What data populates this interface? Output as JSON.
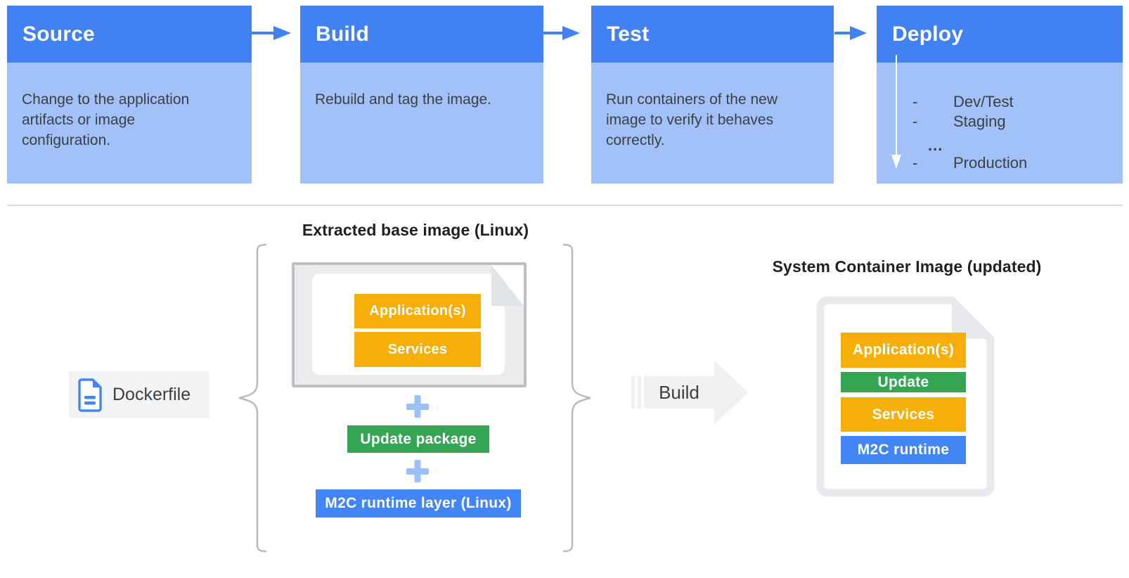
{
  "pipeline": {
    "steps": [
      {
        "title": "Source",
        "description": "Change to the application artifacts or image configuration."
      },
      {
        "title": "Build",
        "description": "Rebuild and tag the image."
      },
      {
        "title": "Test",
        "description": "Run containers of the new image to verify it behaves correctly."
      },
      {
        "title": "Deploy",
        "items": [
          {
            "bullet": "-",
            "label": "Dev/Test"
          },
          {
            "bullet": "-",
            "label": "Staging"
          },
          {
            "bullet": "",
            "label": "..."
          },
          {
            "bullet": "-",
            "label": "Production"
          }
        ]
      }
    ]
  },
  "build_flow": {
    "extracted_base_image": {
      "title": "Extracted base image (Linux)",
      "screen_layers": [
        {
          "label": "Application(s)",
          "color": "#F6AF08"
        },
        {
          "label": "Services",
          "color": "#F6AF08"
        }
      ],
      "plus_sign": "+",
      "update_package": {
        "label": "Update package",
        "color": "#34A653"
      },
      "runtime_layer": {
        "label": "M2C runtime layer (Linux)",
        "color": "#4285F4"
      }
    },
    "dockerfile": {
      "label": "Dockerfile"
    },
    "build_arrow": {
      "label": "Build"
    },
    "system_container_image": {
      "title": "System Container Image (updated)",
      "layers": [
        {
          "label": "Application(s)",
          "color": "#F6AF08"
        },
        {
          "label": "Update",
          "color": "#34A653"
        },
        {
          "label": "Services",
          "color": "#F6AF08"
        },
        {
          "label": "M2C runtime",
          "color": "#4285F4"
        }
      ]
    }
  },
  "colors": {
    "accent_blue": "#4181F2",
    "light_blue": "#A2C1F8",
    "plus_blue": "#9CC0F9",
    "yellow": "#F6AF08",
    "green": "#34A653",
    "bar_blue": "#4285F4",
    "text_dark": "#3C4043",
    "title_dark": "#202124",
    "chip_gray": "#F1F3F4",
    "arrow_gray": "#EFF0F1",
    "document_gray": "#E7E9EC",
    "frame_border_gray": "#BCC0C4",
    "bezel_gray": "#E9EBED",
    "brace_gray": "#B7BABE",
    "divider_gray": "#D7DADD",
    "white": "#FFFFFF"
  }
}
